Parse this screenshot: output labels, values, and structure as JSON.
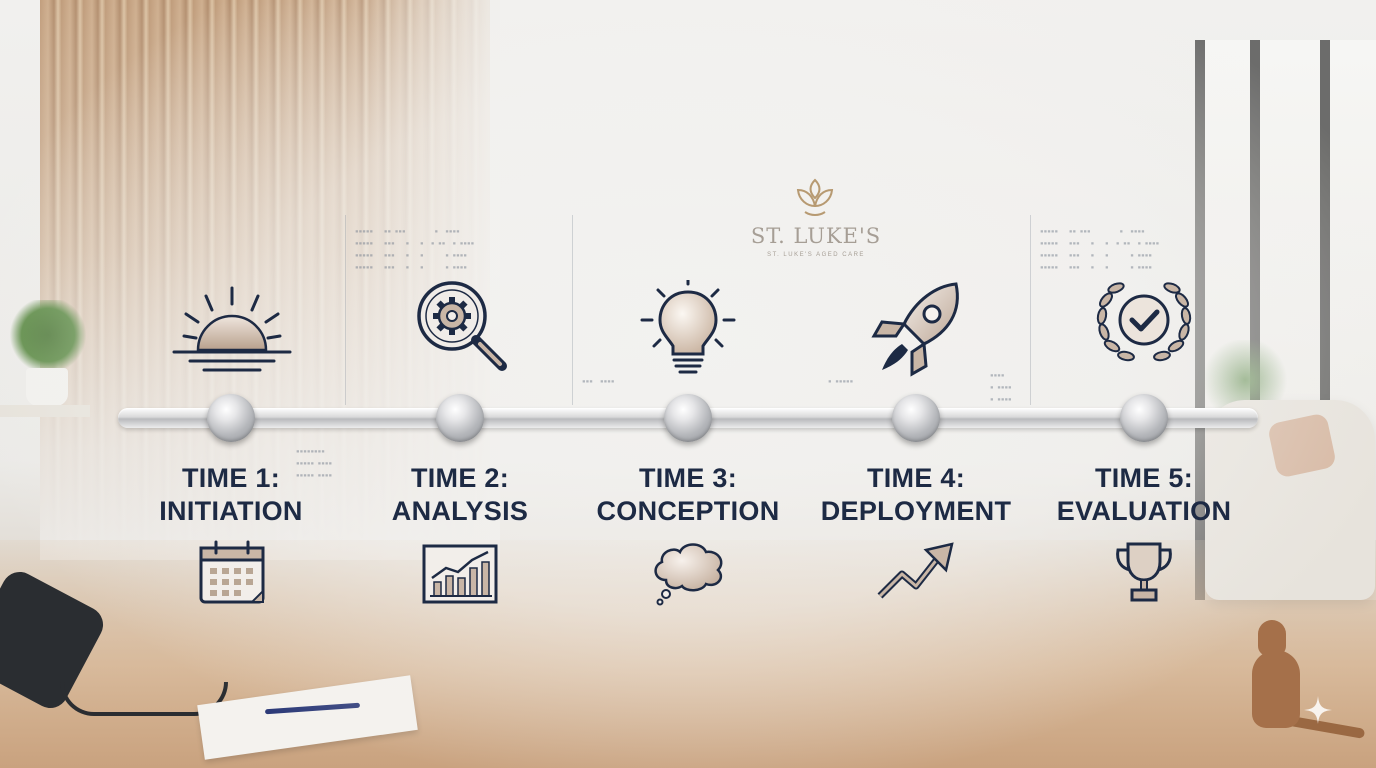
{
  "logo": {
    "name": "ST. LUKE'S",
    "subtitle": "ST. LUKE'S AGED CARE"
  },
  "timeline": {
    "stages": [
      {
        "time": "TIME 1:",
        "name": "INITIATION",
        "top_icon": "sunrise-icon",
        "bottom_icon": "calendar-icon"
      },
      {
        "time": "TIME 2:",
        "name": "ANALYSIS",
        "top_icon": "magnifier-gear-icon",
        "bottom_icon": "bar-chart-icon"
      },
      {
        "time": "TIME 3:",
        "name": "CONCEPTION",
        "top_icon": "lightbulb-icon",
        "bottom_icon": "thought-cloud-icon"
      },
      {
        "time": "TIME 4:",
        "name": "DEPLOYMENT",
        "top_icon": "rocket-icon",
        "bottom_icon": "trend-arrow-icon"
      },
      {
        "time": "TIME 5:",
        "name": "EVALUATION",
        "top_icon": "laurel-check-icon",
        "bottom_icon": "trophy-icon"
      }
    ]
  },
  "colors": {
    "label": "#1d2a44",
    "icon_stroke": "#1d2a44",
    "icon_fill": "#c9b6a6",
    "track": "#d9d9da",
    "logo": "#a69e95"
  }
}
